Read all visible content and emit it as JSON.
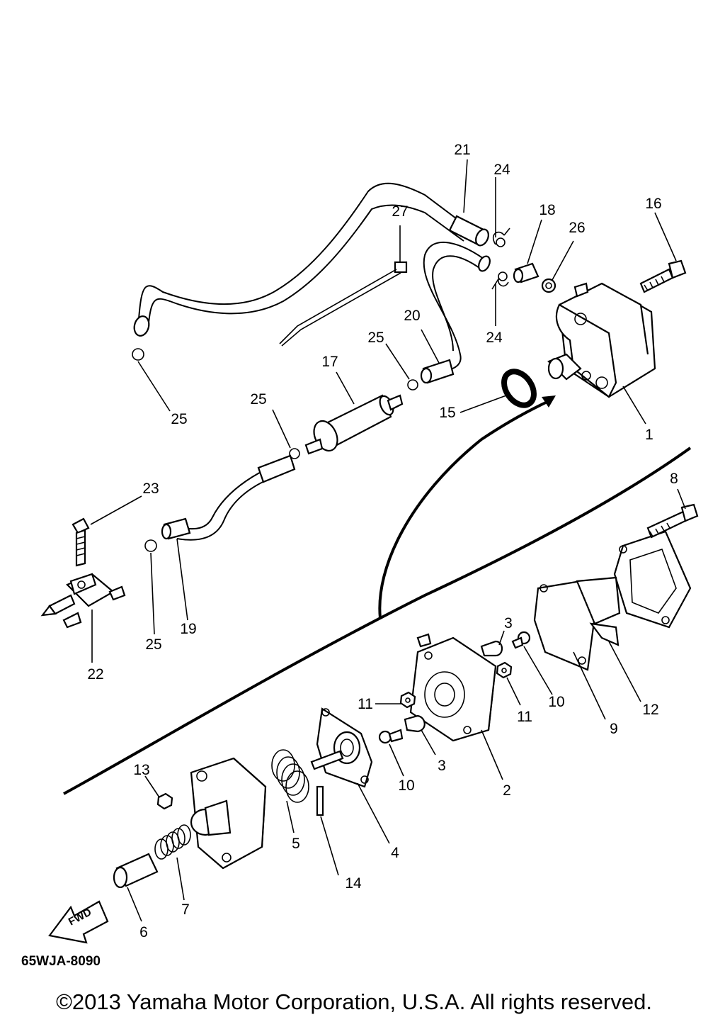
{
  "diagram_code": "65WJA-8090",
  "copyright": "©2013 Yamaha Motor Corporation, U.S.A. All rights reserved.",
  "fwd_label": "FWD",
  "callouts": [
    {
      "id": "c1",
      "label": "1"
    },
    {
      "id": "c2",
      "label": "2"
    },
    {
      "id": "c3a",
      "label": "3"
    },
    {
      "id": "c3b",
      "label": "3"
    },
    {
      "id": "c4",
      "label": "4"
    },
    {
      "id": "c5",
      "label": "5"
    },
    {
      "id": "c6",
      "label": "6"
    },
    {
      "id": "c7",
      "label": "7"
    },
    {
      "id": "c8",
      "label": "8"
    },
    {
      "id": "c9",
      "label": "9"
    },
    {
      "id": "c10a",
      "label": "10"
    },
    {
      "id": "c10b",
      "label": "10"
    },
    {
      "id": "c11a",
      "label": "11"
    },
    {
      "id": "c11b",
      "label": "11"
    },
    {
      "id": "c12",
      "label": "12"
    },
    {
      "id": "c13",
      "label": "13"
    },
    {
      "id": "c14",
      "label": "14"
    },
    {
      "id": "c15",
      "label": "15"
    },
    {
      "id": "c16",
      "label": "16"
    },
    {
      "id": "c17",
      "label": "17"
    },
    {
      "id": "c18",
      "label": "18"
    },
    {
      "id": "c19",
      "label": "19"
    },
    {
      "id": "c20",
      "label": "20"
    },
    {
      "id": "c21",
      "label": "21"
    },
    {
      "id": "c22",
      "label": "22"
    },
    {
      "id": "c23",
      "label": "23"
    },
    {
      "id": "c24a",
      "label": "24"
    },
    {
      "id": "c24b",
      "label": "24"
    },
    {
      "id": "c25a",
      "label": "25"
    },
    {
      "id": "c25b",
      "label": "25"
    },
    {
      "id": "c25c",
      "label": "25"
    },
    {
      "id": "c25d",
      "label": "25"
    },
    {
      "id": "c26",
      "label": "26"
    },
    {
      "id": "c27",
      "label": "27"
    }
  ]
}
